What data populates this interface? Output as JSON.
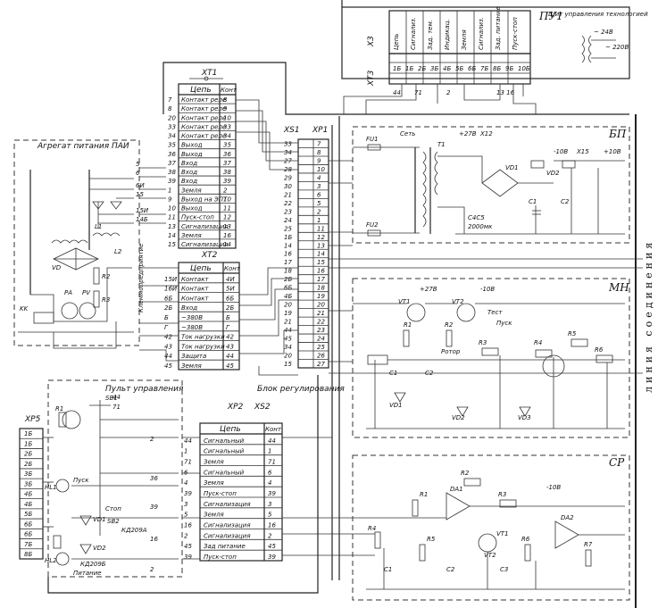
{
  "blocks": {
    "pu1": "ПУ1",
    "pu1_sub": "Щит управления технологией",
    "xt1": "XT1",
    "xt2": "XT2",
    "xs1": "XS1",
    "xp1": "XP1",
    "xp2": "XP2",
    "xs2": "XS2",
    "xp5": "XP5",
    "x3": "X3",
    "xt3": "XT3",
    "aggregate": "Агрегат питания ПАИ",
    "control_panel": "Пульт управления",
    "reg_block": "Блок регулирования",
    "bp": "БП",
    "mn": "МН",
    "sr": "СР",
    "tahogen": "Клеммопредприятие",
    "connection_line": "линия соединения"
  },
  "table_headers": {
    "chain": "Цепь",
    "contact": "Конт"
  },
  "xt1_rows": [
    {
      "wire": "7",
      "name": "Контакт реле",
      "pin": "8"
    },
    {
      "wire": "8",
      "name": "Контакт реле",
      "pin": "9"
    },
    {
      "wire": "20",
      "name": "Контакт реле",
      "pin": "10"
    },
    {
      "wire": "33",
      "name": "Контакт реле",
      "pin": "33"
    },
    {
      "wire": "34",
      "name": "Контакт реле",
      "pin": "34"
    },
    {
      "wire": "35",
      "name": "Выход",
      "pin": "35"
    },
    {
      "wire": "36",
      "name": "Выход",
      "pin": "36"
    },
    {
      "wire": "37",
      "name": "Вход",
      "pin": "37"
    },
    {
      "wire": "38",
      "name": "Вход",
      "pin": "38"
    },
    {
      "wire": "39",
      "name": "Вход",
      "pin": "39"
    },
    {
      "wire": "1",
      "name": "Земля",
      "pin": "2"
    },
    {
      "wire": "9",
      "name": "Выход на ЭПТ",
      "pin": "10"
    },
    {
      "wire": "10",
      "name": "Выход",
      "pin": "11"
    },
    {
      "wire": "11",
      "name": "Пуск-стоп",
      "pin": "12"
    },
    {
      "wire": "13",
      "name": "Сигнализация",
      "pin": "13"
    },
    {
      "wire": "14",
      "name": "Земля",
      "pin": "16"
    },
    {
      "wire": "15",
      "name": "Сигнализация",
      "pin": "14"
    }
  ],
  "xt2_rows": [
    {
      "wire": "15И",
      "name": "Контакт",
      "pin": "4И"
    },
    {
      "wire": "16И",
      "name": "Контакт",
      "pin": "5И"
    },
    {
      "wire": "6Б",
      "name": "Контакт",
      "pin": "6Б"
    },
    {
      "wire": "2Б",
      "name": "Вход",
      "pin": "2Б"
    },
    {
      "wire": "Б",
      "name": "~380В",
      "pin": "Б"
    },
    {
      "wire": "Г",
      "name": "~380В",
      "pin": "Г"
    },
    {
      "wire": "42",
      "name": "Ток нагрузки",
      "pin": "42"
    },
    {
      "wire": "43",
      "name": "Ток нагрузки",
      "pin": "43"
    },
    {
      "wire": "44",
      "name": "Защита",
      "pin": "44"
    },
    {
      "wire": "45",
      "name": "Земля",
      "pin": "45"
    }
  ],
  "xp2_rows": [
    {
      "wire": "44",
      "name": "Сигнальный",
      "pin": "44"
    },
    {
      "wire": "1",
      "name": "Сигнальный",
      "pin": "1"
    },
    {
      "wire": "71",
      "name": "Земля",
      "pin": "71"
    },
    {
      "wire": "6",
      "name": "Сигнальный",
      "pin": "6"
    },
    {
      "wire": "4",
      "name": "Земля",
      "pin": "4"
    },
    {
      "wire": "39",
      "name": "Пуск-стоп",
      "pin": "39"
    },
    {
      "wire": "3",
      "name": "Сигнализация",
      "pin": "3"
    },
    {
      "wire": "5",
      "name": "Земля",
      "pin": "5"
    },
    {
      "wire": "16",
      "name": "Сигнализация",
      "pin": "16"
    },
    {
      "wire": "2",
      "name": "Сигнализация",
      "pin": "2"
    },
    {
      "wire": "45",
      "name": "Зад питание",
      "pin": "45"
    },
    {
      "wire": "39",
      "name": "Пуск-стоп",
      "pin": "39"
    }
  ],
  "xp5_pins": [
    "1Б",
    "1Б",
    "2Б",
    "2Б",
    "3Б",
    "3Б",
    "4Б",
    "4Б",
    "5Б",
    "6Б",
    "6Б",
    "7Б",
    "8Б"
  ],
  "pu1_cols": [
    "Цепь",
    "Сигнализ.",
    "Зад. тем.",
    "Индикац.",
    "Земля",
    "Сигнализ.",
    "Зад. питание",
    "Пуск-стоп"
  ],
  "pu1_pins": [
    "1Б",
    "1Б",
    "2Б",
    "3Б",
    "4Б",
    "5Б",
    "6Б",
    "7Б",
    "8Б",
    "9Б",
    "10Б"
  ],
  "xs1_pins": [
    "33",
    "34",
    "27",
    "28",
    "29",
    "30",
    "21",
    "22",
    "23",
    "24",
    "25",
    "1Б",
    "14",
    "16",
    "17",
    "18",
    "2Б",
    "6Б",
    "4Б",
    "20",
    "19",
    "21",
    "44",
    "45",
    "34",
    "20",
    "15"
  ],
  "xs1_right": [
    "7",
    "8",
    "9",
    "10",
    "4",
    "3",
    "6",
    "5",
    "2",
    "1",
    "11",
    "12",
    "13",
    "14",
    "15",
    "16",
    "17",
    "18",
    "19",
    "20",
    "21",
    "22",
    "23",
    "24",
    "25",
    "26",
    "27"
  ],
  "aggregate_labels": [
    "5",
    "6",
    "6И",
    "15",
    "15И",
    "14Б",
    "VD",
    "L1",
    "L2",
    "R2",
    "R3",
    "KK",
    "PV",
    "РА"
  ],
  "bp_labels": [
    "Сеть",
    "FU1",
    "FU2",
    "T1",
    "+27В",
    "X12",
    "-10В",
    "X15",
    "+10В",
    "VD1",
    "VD2",
    "C1",
    "C2",
    "C4C5",
    "2000мк"
  ],
  "mn_labels": [
    "+27В",
    "-10В",
    "VT1",
    "VT2",
    "R1",
    "R2",
    "R3",
    "R4",
    "R5",
    "R6",
    "C1",
    "C2",
    "VD1",
    "VD2",
    "VD3",
    "Ротор",
    "Пуск",
    "Тест"
  ],
  "sr_labels": [
    "-10В",
    "DA1",
    "DA2",
    "VT1",
    "VT2",
    "R1",
    "R2",
    "R3",
    "R4",
    "R5",
    "R6",
    "R7",
    "C1",
    "C2",
    "C3"
  ],
  "panel_labels": [
    "SB1",
    "R1",
    "HL1",
    "HL2",
    "Пуск",
    "Стоп",
    "Питание",
    "VD1",
    "VD2",
    "SB2",
    "КД209А",
    "КД209Б"
  ]
}
